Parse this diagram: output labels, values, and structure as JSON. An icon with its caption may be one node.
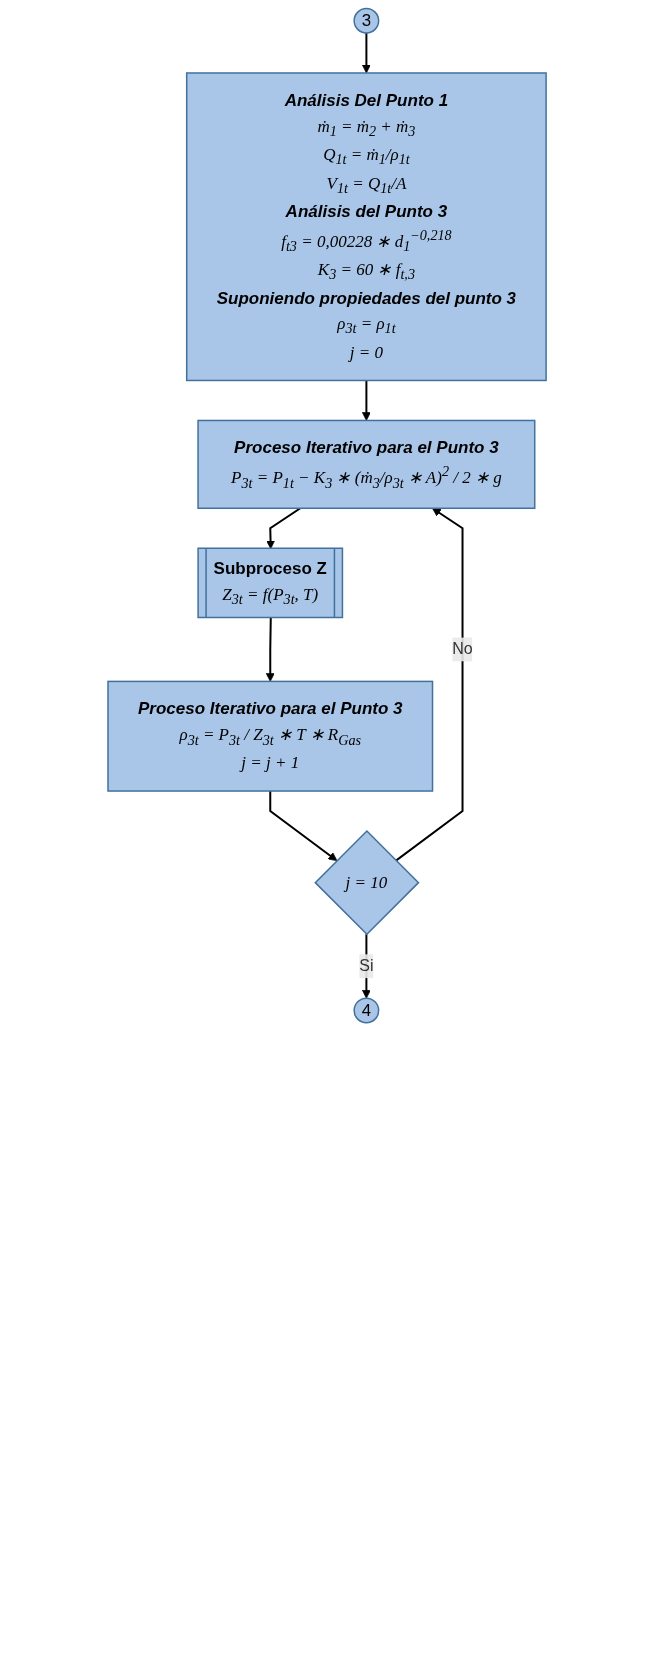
{
  "diagram": {
    "nodes": [
      {
        "text": [
          "3"
        ]
      },
      {
        "text": [
          "Análisis Del Punto 1",
          "ṁ$_{1}$ = ṁ$_{2}$ + ṁ$_{3}$",
          "Q$_{1t}$ = ṁ$_{1}$/ρ$_{1t}$",
          "V$_{1t}$ = Q$_{1t}$/A",
          "Análisis del Punto 3",
          "f$_{t3}$ = 0,00228 ∗ d$_{1}$$^{−0,218}$",
          "K$_{3}$ = 60 ∗ f$_{t,3}$",
          "Suponiendo propiedades del punto 3",
          "ρ$_{3t}$ = ρ$_{1t}$",
          "j = 0"
        ]
      },
      {
        "text": [
          "Proceso Iterativo para el Punto 3",
          "P$_{3t}$ = P$_{1t}$ − K$_{3}$ ∗ (ṁ$_{3}$/ρ$_{3t}$ ∗ A)$^{2}$ / 2 ∗ g"
        ]
      },
      {
        "text": [
          "Subproceso Z",
          "Z$_{3t}$ = f(P$_{3t}$, T)"
        ]
      },
      {
        "text": [
          "Proceso Iterativo para el Punto 3",
          "ρ$_{3t}$ = P$_{3t}$ / Z$_{3t}$ ∗ T ∗ R$_{Gas}$",
          "j = j + 1"
        ]
      },
      {
        "text": [
          "j = 10"
        ]
      },
      {
        "text": [
          "4"
        ]
      }
    ],
    "edges": [
      {
        "from": 0,
        "to": 1,
        "arrow": "to"
      },
      {
        "from": 1,
        "to": 2,
        "arrow": "to"
      },
      {
        "from": 2,
        "to": 3,
        "arrow": "to"
      },
      {
        "from": 3,
        "to": 4,
        "arrow": "to"
      },
      {
        "from": 4,
        "to": 5,
        "arrow": "to"
      },
      {
        "from": 5,
        "to": 6,
        "label": "Si",
        "arrow": "to"
      },
      {
        "from": 5,
        "to": 2,
        "label": "No",
        "arrow": "to"
      }
    ]
  }
}
